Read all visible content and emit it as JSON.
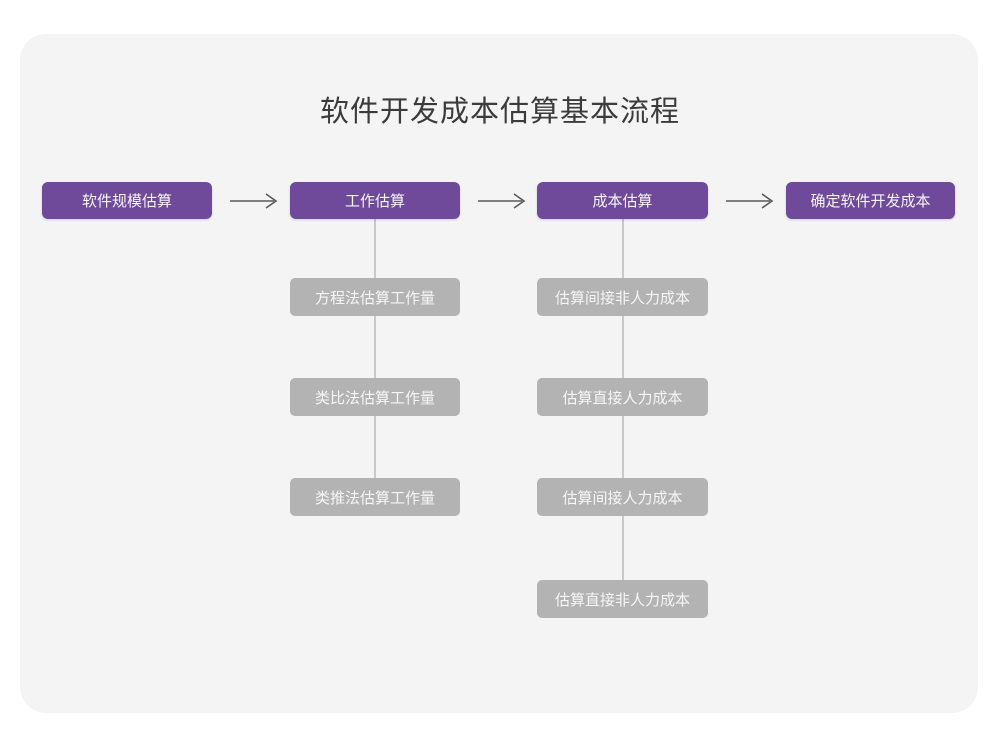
{
  "diagram": {
    "title": "软件开发成本估算基本流程",
    "type": "flowchart",
    "colors": {
      "page_background": "#FFFFFF",
      "card_background": "#F4F4F5",
      "primary_node": "#6F4A9B",
      "primary_node_text": "#F7F4FA",
      "sub_node": "#B3B3B3",
      "sub_node_text": "#F6F6F6",
      "connector": "#C9C9C9",
      "arrow": "#5A5A5A",
      "title_text": "#3B3B3B"
    },
    "stages": [
      {
        "id": "stage-1",
        "label": "软件规模估算",
        "sub_items": []
      },
      {
        "id": "stage-2",
        "label": "工作估算",
        "sub_items": [
          "方程法估算工作量",
          "类比法估算工作量",
          "类推法估算工作量"
        ]
      },
      {
        "id": "stage-3",
        "label": "成本估算",
        "sub_items": [
          "估算间接非人力成本",
          "估算直接人力成本",
          "估算间接人力成本",
          "估算直接非人力成本"
        ]
      },
      {
        "id": "stage-4",
        "label": "确定软件开发成本",
        "sub_items": []
      }
    ],
    "connectors": [
      {
        "from": "stage-1",
        "to": "stage-2",
        "shape": "arrow-right"
      },
      {
        "from": "stage-2",
        "to": "stage-3",
        "shape": "arrow-right"
      },
      {
        "from": "stage-3",
        "to": "stage-4",
        "shape": "arrow-right"
      }
    ]
  }
}
